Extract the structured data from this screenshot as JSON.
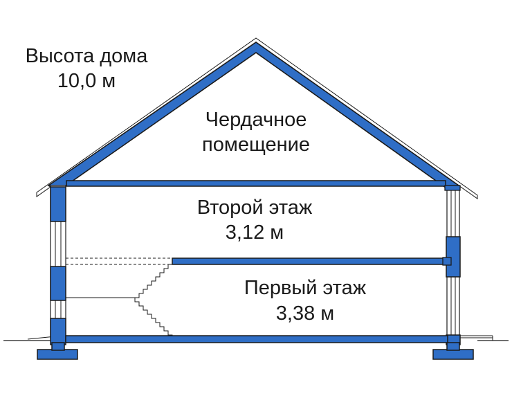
{
  "labels": {
    "house_height_title": "Высота дома",
    "house_height_value": "10,0 м",
    "attic_line1": "Чердачное",
    "attic_line2": "помещение",
    "second_floor_title": "Второй этаж",
    "second_floor_height": "3,12 м",
    "first_floor_title": "Первый этаж",
    "first_floor_height": "3,38 м"
  },
  "colors": {
    "structure_fill": "#2f6ec6",
    "outline": "#1a1a1a",
    "background": "#ffffff"
  }
}
